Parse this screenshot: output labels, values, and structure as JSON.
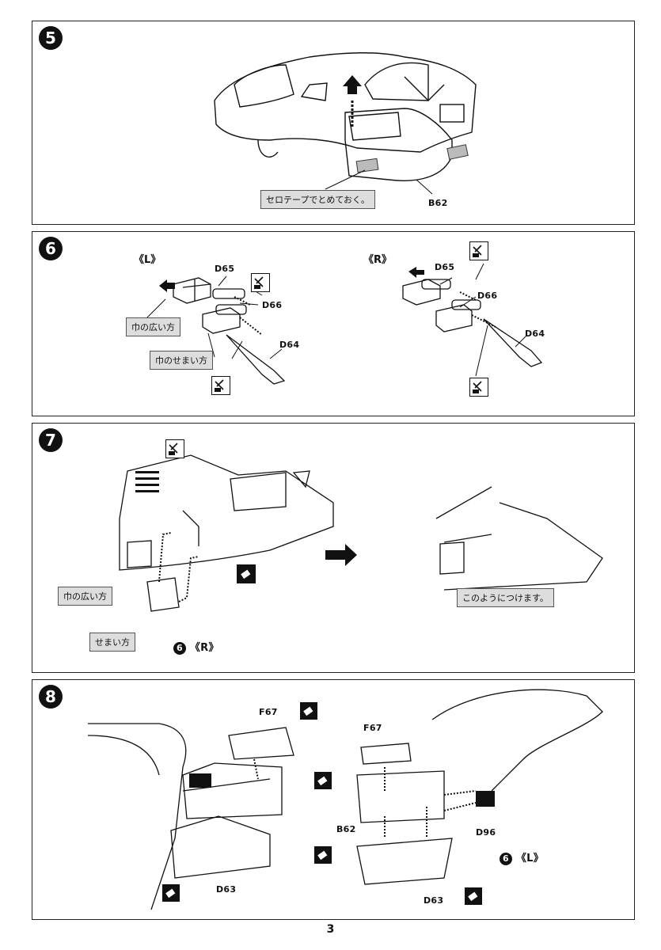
{
  "steps": [
    {
      "number": "5",
      "labels": {
        "b62": "B62"
      },
      "notes": {
        "tape": "セロテープでとめておく。"
      }
    },
    {
      "number": "6",
      "left": {
        "side": "《L》",
        "d65": "D65",
        "d66": "D66",
        "d64": "D64",
        "wide": "巾の広い方",
        "narrow": "巾のせまい方"
      },
      "right": {
        "side": "《R》",
        "d65": "D65",
        "d66": "D66",
        "d64": "D64"
      }
    },
    {
      "number": "7",
      "labels": {
        "wide": "巾の広い方",
        "narrow": "せまい方",
        "ref": "6",
        "ref_side": "《R》"
      },
      "notes": {
        "result": "このようにつけます。"
      }
    },
    {
      "number": "8",
      "left": {
        "f67": "F67",
        "d63": "D63"
      },
      "right": {
        "f67": "F67",
        "b62": "B62",
        "d63": "D63",
        "d96": "D96",
        "ref": "6",
        "ref_side": "《L》"
      }
    }
  ],
  "icons": [
    "cement-icon",
    "no-cement-icon"
  ],
  "page_number": "3"
}
